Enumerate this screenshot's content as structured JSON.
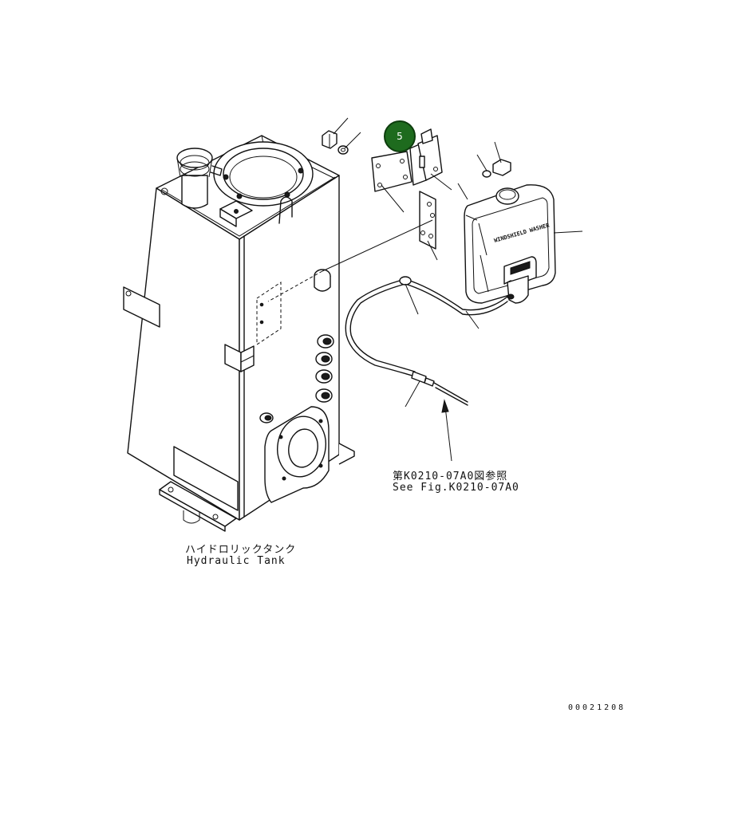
{
  "callout": {
    "number": "5",
    "color": "#1e6b1e"
  },
  "tank_label": {
    "japanese": "ハイドロリックタンク",
    "english": "Hydraulic Tank"
  },
  "reference_label": {
    "japanese": "第K0210-07A0図参照",
    "english": "See Fig.K0210-07A0"
  },
  "washer_tank_text": "WINDSHIELD WASHER",
  "drawing_number": "00021208"
}
